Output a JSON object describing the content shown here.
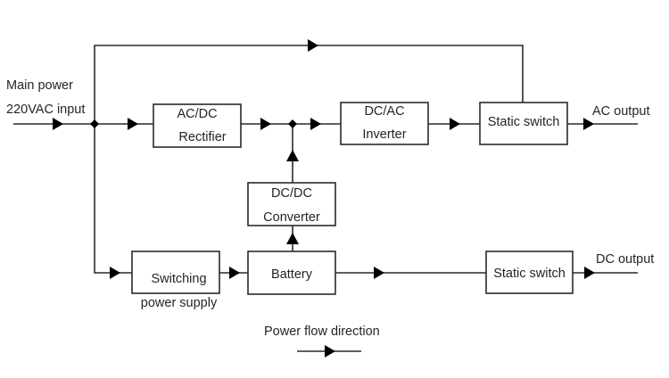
{
  "diagram": {
    "title": "UPS power flow block diagram",
    "inputs": {
      "main_power_line1": "Main power",
      "main_power_line2": "220VAC input"
    },
    "outputs": {
      "ac_output": "AC output",
      "dc_output": "DC output"
    },
    "blocks": {
      "rectifier": {
        "line1": "AC/DC",
        "line2": "Rectifier"
      },
      "inverter": {
        "line1": "DC/AC",
        "line2": "Inverter"
      },
      "static_switch_ac": {
        "line1": "Static switch"
      },
      "dcdc": {
        "line1": "DC/DC",
        "line2": "Converter"
      },
      "battery": {
        "line1": "Battery"
      },
      "switching_psu": {
        "line1": "Switching",
        "line2": "power supply"
      },
      "static_switch_dc": {
        "line1": "Static switch"
      }
    },
    "legend": {
      "label": "Power flow direction",
      "symbol": "arrow-right"
    },
    "connections": [
      {
        "from": "main_power_input",
        "to": "junction_input"
      },
      {
        "from": "junction_input",
        "to": "rectifier"
      },
      {
        "from": "junction_input",
        "to": "static_switch_ac",
        "via": "bypass"
      },
      {
        "from": "junction_input",
        "to": "switching_psu"
      },
      {
        "from": "rectifier",
        "to": "junction_dc"
      },
      {
        "from": "junction_dc",
        "to": "inverter"
      },
      {
        "from": "dcdc",
        "to": "junction_dc"
      },
      {
        "from": "battery",
        "to": "dcdc"
      },
      {
        "from": "switching_psu",
        "to": "battery"
      },
      {
        "from": "battery",
        "to": "static_switch_dc"
      },
      {
        "from": "inverter",
        "to": "static_switch_ac"
      },
      {
        "from": "static_switch_ac",
        "to": "ac_output"
      },
      {
        "from": "static_switch_dc",
        "to": "dc_output"
      }
    ]
  },
  "colors": {
    "line": "#2a2a2a",
    "text": "#2a1f22",
    "background": "#ffffff"
  }
}
